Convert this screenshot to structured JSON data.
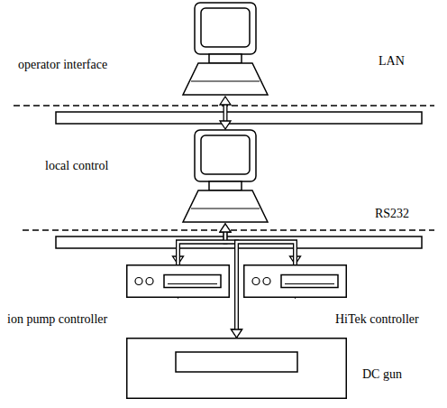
{
  "diagram": {
    "nodes": [
      {
        "text": [
          "operator interface"
        ]
      },
      {
        "text": [
          "local control"
        ]
      },
      {
        "text": [
          "ion pump controller"
        ]
      },
      {
        "text": [
          "HiTek controller"
        ]
      },
      {
        "text": [
          "DC gun"
        ]
      }
    ],
    "edges": [
      {
        "from": 0,
        "to": 1,
        "arrow": "both"
      },
      {
        "from": 1,
        "to": 2,
        "arrow": "both"
      },
      {
        "from": 1,
        "to": 3,
        "arrow": "both"
      },
      {
        "from": 2,
        "to": 4,
        "arrow": "both"
      },
      {
        "from": 3,
        "to": 4,
        "arrow": "both"
      }
    ],
    "labels": [
      "LAN",
      "RS232"
    ]
  }
}
